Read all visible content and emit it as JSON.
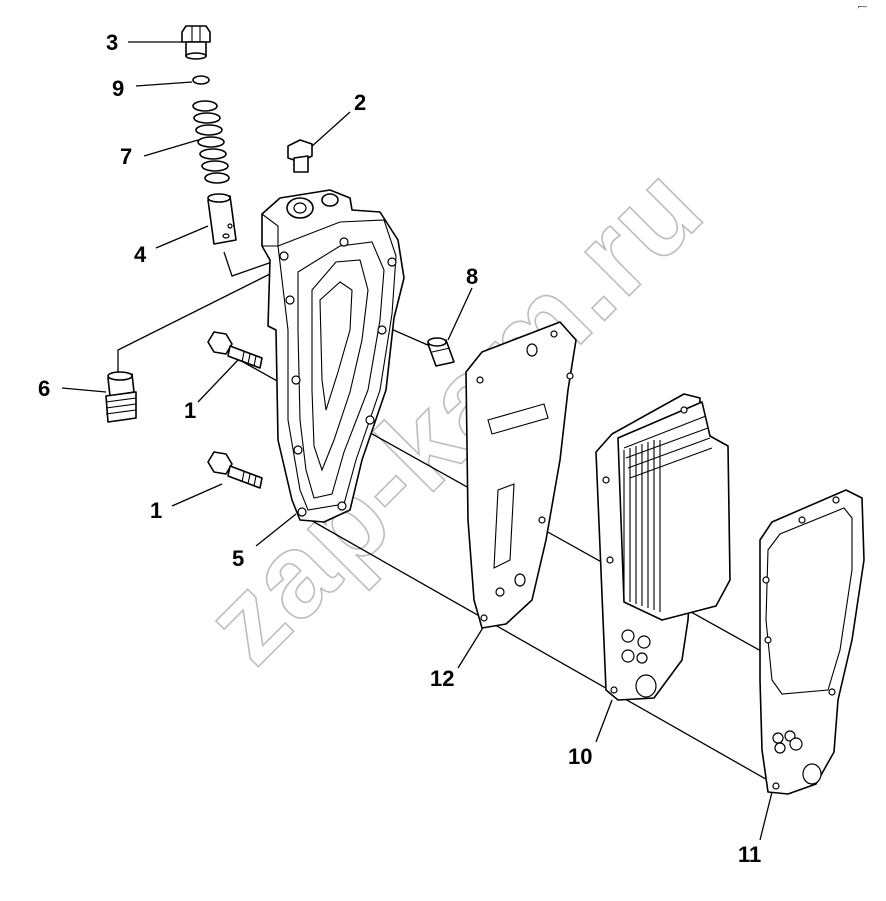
{
  "callouts": {
    "c3": "3",
    "c9": "9",
    "c7": "7",
    "c2": "2",
    "c4": "4",
    "c8": "8",
    "c6": "6",
    "c1a": "1",
    "c1b": "1",
    "c5": "5",
    "c12": "12",
    "c10": "10",
    "c11": "11"
  },
  "watermark": "zap-kam.ru",
  "corner_mark": "⌐‒"
}
